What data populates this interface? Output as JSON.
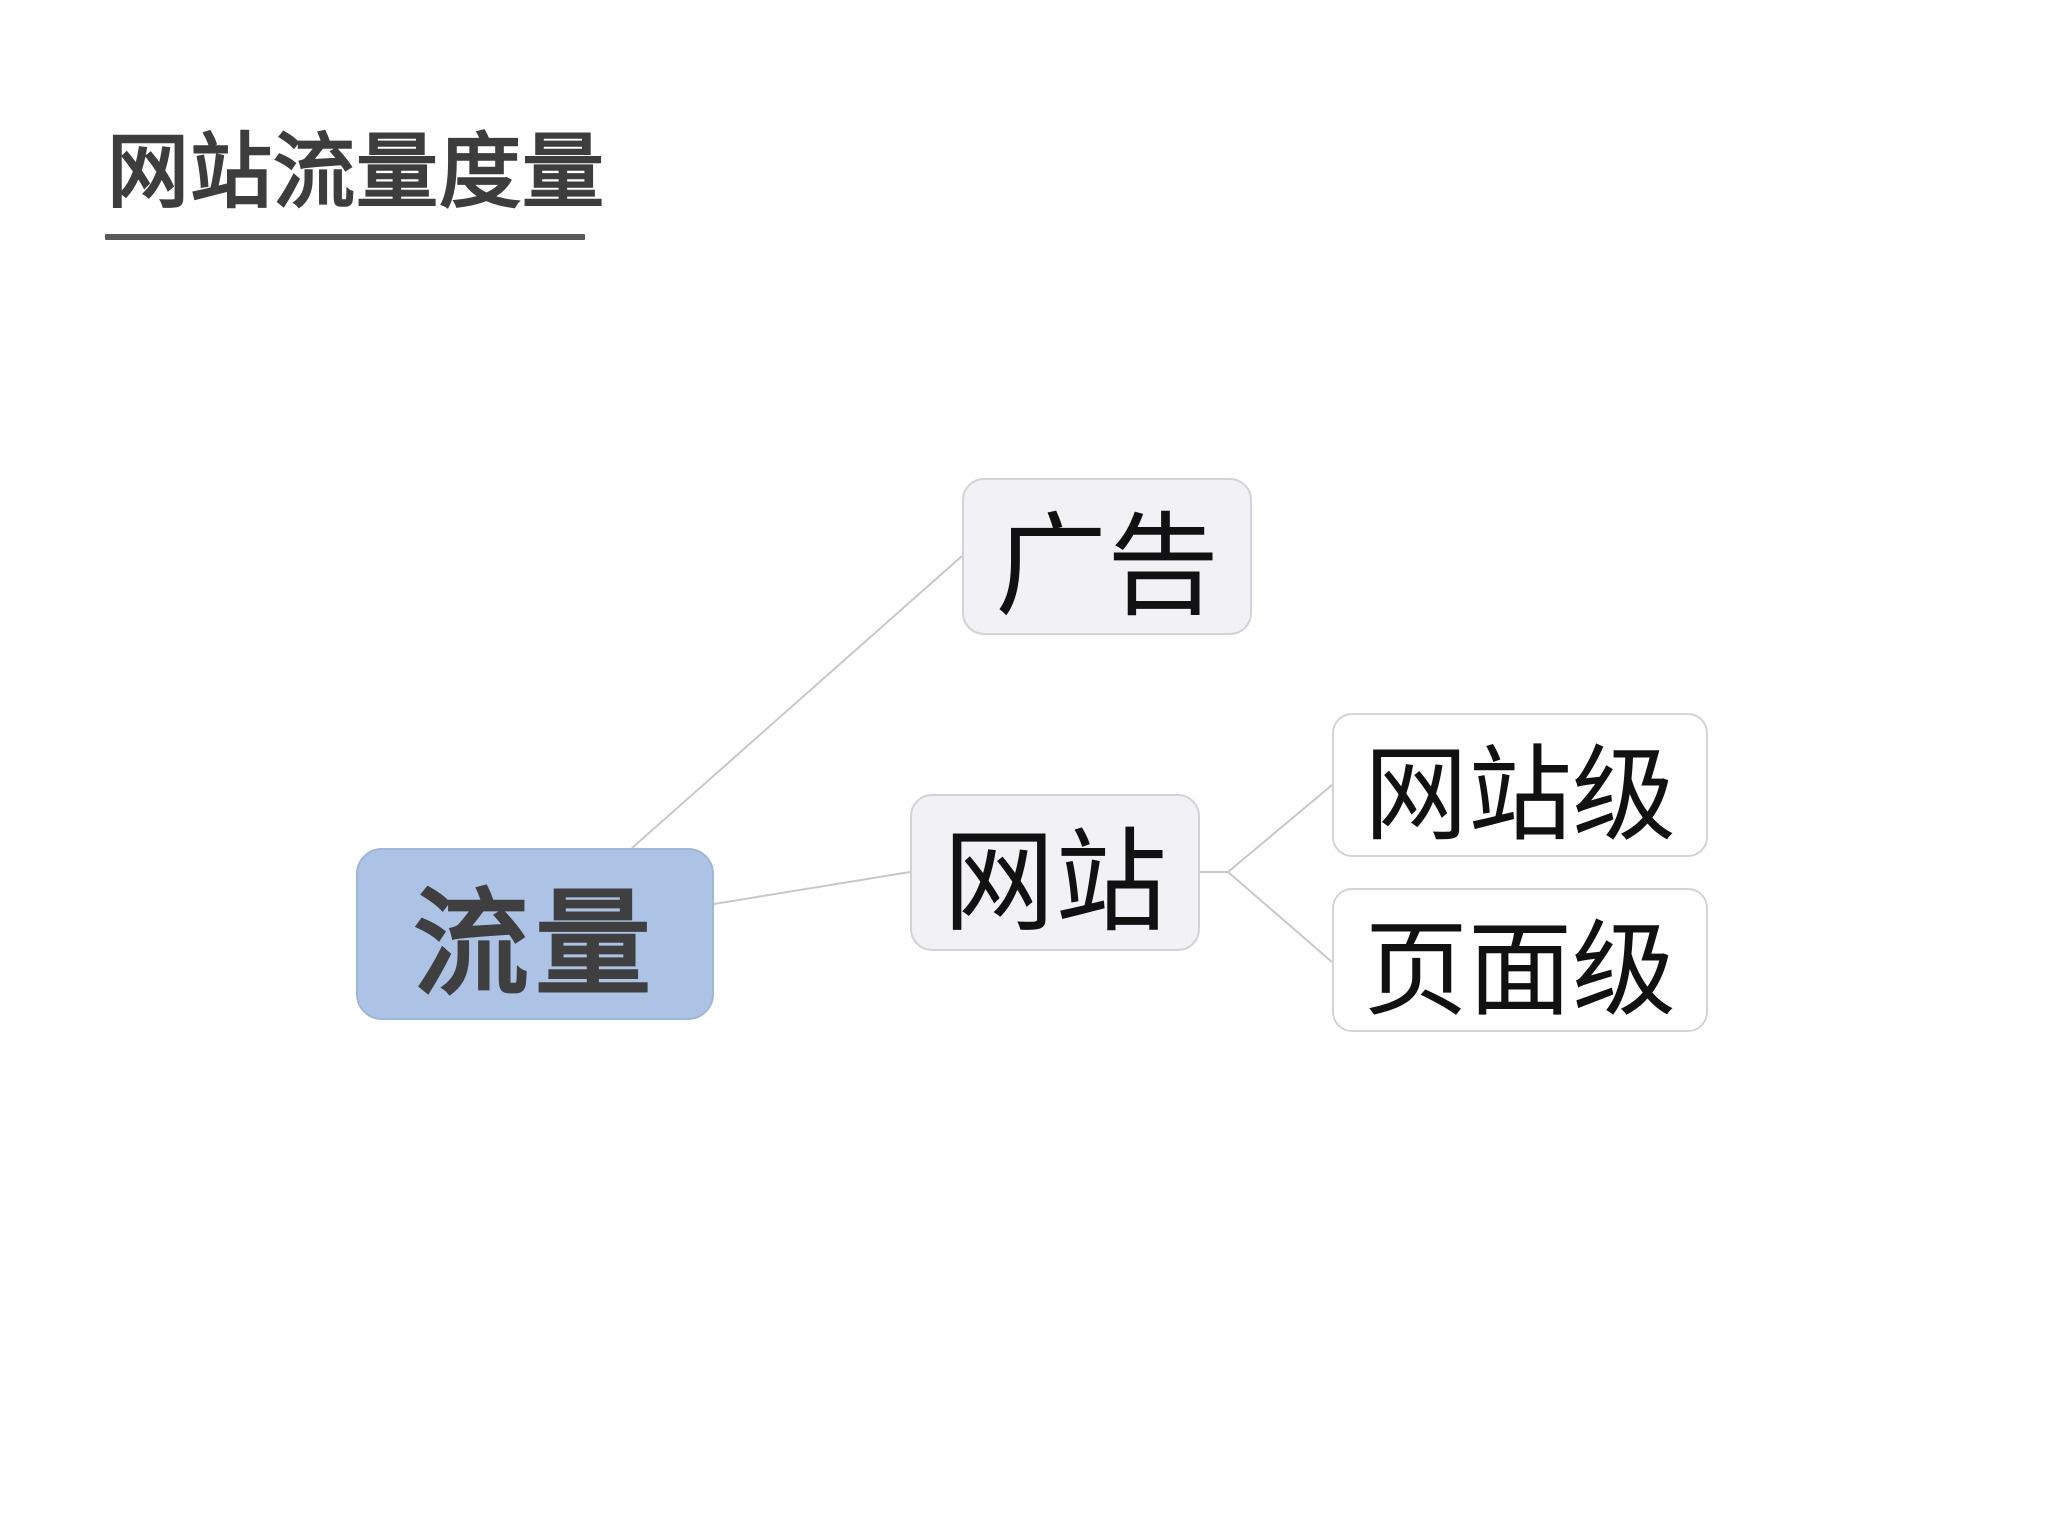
{
  "title": "网站流量度量",
  "mindmap": {
    "root": {
      "label": "流量"
    },
    "branches": [
      {
        "label": "广告"
      },
      {
        "label": "网站",
        "children": [
          {
            "label": "网站级"
          },
          {
            "label": "页面级"
          }
        ]
      }
    ]
  },
  "colors": {
    "title_text": "#3d3d3d",
    "title_rule": "#595959",
    "root_fill": "#adc3e6",
    "branch_fill": "#f2f1f6",
    "leaf_fill": "#ffffff",
    "connector": "#c8c8cc"
  }
}
